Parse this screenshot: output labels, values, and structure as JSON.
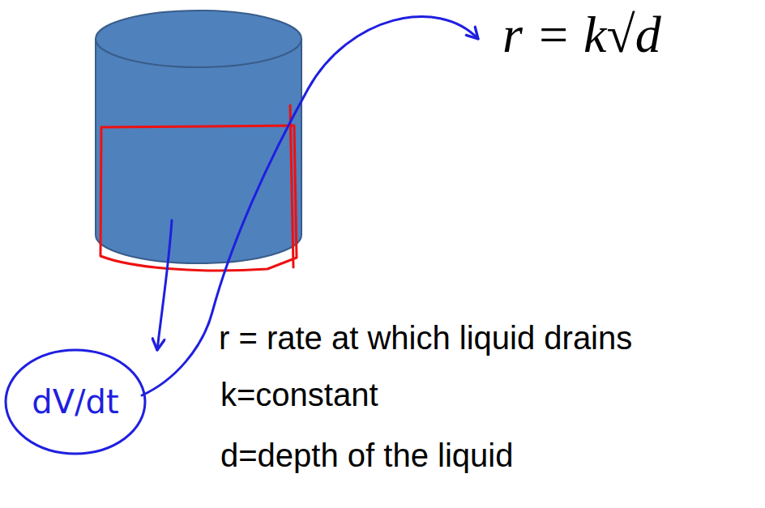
{
  "diagram": {
    "nodes": [
      {
        "text": [
          "dV/dt"
        ]
      }
    ],
    "labels": [
      "r = k√d",
      "r = rate at which liquid drains",
      "k=constant",
      "d=depth of the liquid"
    ]
  }
}
